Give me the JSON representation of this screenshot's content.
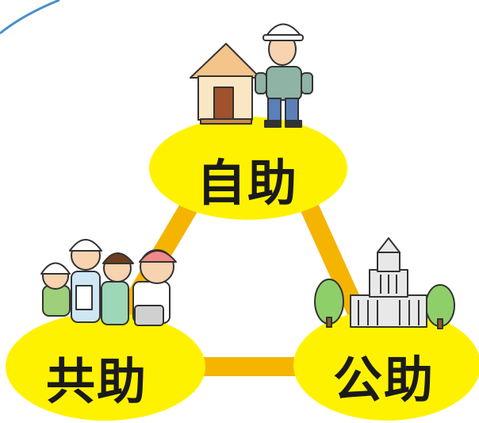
{
  "nodes": {
    "self": {
      "label": "自助",
      "icon": "house-and-worker-icon"
    },
    "mutual": {
      "label": "共助",
      "icon": "community-group-icon"
    },
    "public": {
      "label": "公助",
      "icon": "government-building-icon"
    }
  },
  "colors": {
    "ellipse_fill": "#fff200",
    "connector": "#f5b400",
    "corner_accent": "#4a90c8",
    "outline": "#333333"
  }
}
